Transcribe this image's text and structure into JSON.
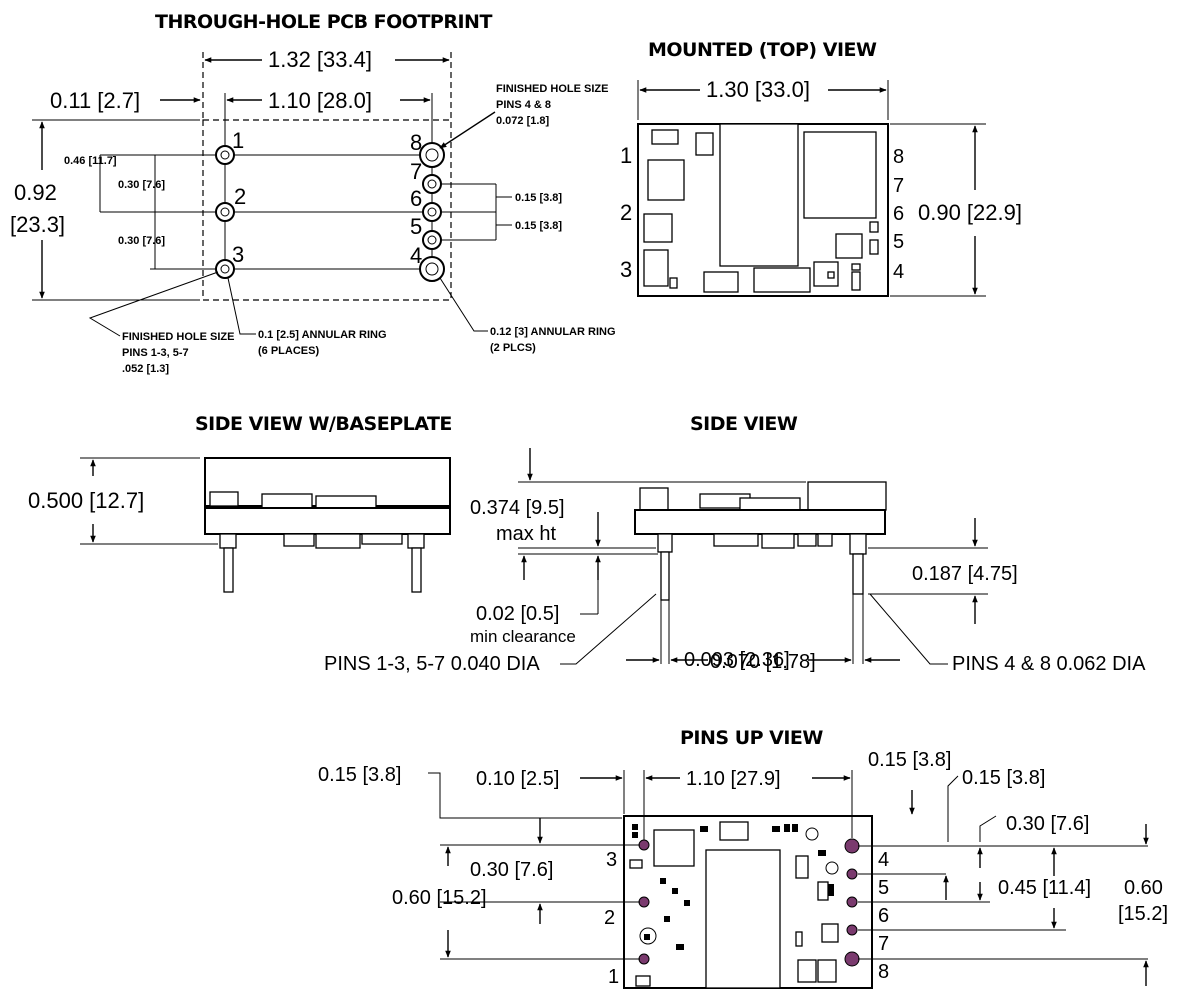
{
  "headings": {
    "footprint": "THROUGH-HOLE PCB FOOTPRINT",
    "mounted": "MOUNTED (TOP) VIEW",
    "side_baseplate": "SIDE VIEW W/BASEPLATE",
    "side": "SIDE VIEW",
    "pins_up": "PINS UP VIEW"
  },
  "footprint": {
    "dim_total_width": "1.32 [33.4]",
    "dim_offset": "0.11 [2.7]",
    "dim_pin_span": "1.10 [28.0]",
    "dim_height_a": "0.92",
    "dim_height_b": "[23.3]",
    "dim_046": "0.46 [11.7]",
    "dim_030_top": "0.30 [7.6]",
    "dim_030_bot": "0.30 [7.6]",
    "dim_015_a": "0.15 [3.8]",
    "dim_015_b": "0.15 [3.8]",
    "note_large_hole_1": "FINISHED HOLE SIZE",
    "note_large_hole_2": "PINS 4 & 8",
    "note_large_hole_3": "0.072 [1.8]",
    "note_small_hole_1": "FINISHED HOLE SIZE",
    "note_small_hole_2": "PINS 1-3, 5-7",
    "note_small_hole_3": ".052 [1.3]",
    "note_ring_small_1": "0.1 [2.5] ANNULAR RING",
    "note_ring_small_2": "(6 PLACES)",
    "note_ring_large_1": "0.12 [3] ANNULAR RING",
    "note_ring_large_2": "(2 PLCS)",
    "pin_labels": [
      "1",
      "2",
      "3",
      "4",
      "5",
      "6",
      "7",
      "8"
    ]
  },
  "mounted": {
    "dim_width": "1.30 [33.0]",
    "dim_height": "0.90 [22.9]",
    "pin_labels": [
      "1",
      "2",
      "3",
      "4",
      "5",
      "6",
      "7",
      "8"
    ]
  },
  "side_baseplate": {
    "dim_height": "0.500 [12.7]"
  },
  "side": {
    "dim_max_ht_a": "0.374 [9.5]",
    "dim_max_ht_b": "max ht",
    "dim_clear_a": "0.02 [0.5]",
    "dim_clear_b": "min clearance",
    "dim_pin_len": "0.187 [4.75]",
    "dim_pin_spacing": "0.070 [1.78]",
    "dim_large_pin": "0.093 [2.36]",
    "note_small_pins": "PINS 1-3, 5-7 0.040 DIA",
    "note_large_pins": "PINS 4 & 8 0.062 DIA"
  },
  "pins_up": {
    "dim_015_left": "0.15 [3.8]",
    "dim_010": "0.10 [2.5]",
    "dim_110": "1.10 [27.9]",
    "dim_015_top": "0.15 [3.8]",
    "dim_015_right": "0.15 [3.8]",
    "dim_030_right": "0.30 [7.6]",
    "dim_030_left": "0.30 [7.6]",
    "dim_060_left": "0.60 [15.2]",
    "dim_045": "0.45 [11.4]",
    "dim_060_right_a": "0.60",
    "dim_060_right_b": "[15.2]",
    "pin_labels": [
      "1",
      "2",
      "3",
      "4",
      "5",
      "6",
      "7",
      "8"
    ]
  },
  "colors": {
    "ink": "#000000",
    "background": "#ffffff",
    "pin_pad": "#7a3a6e"
  }
}
